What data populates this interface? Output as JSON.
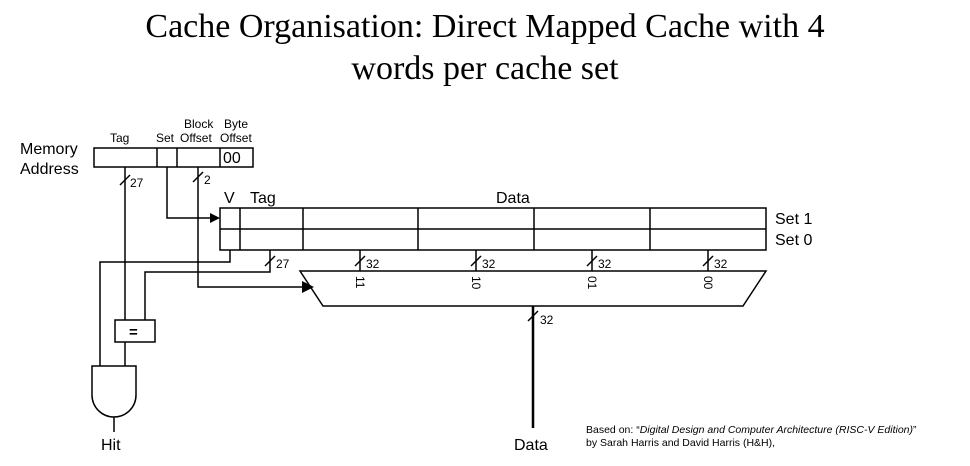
{
  "title": {
    "line1": "Cache Organisation: Direct Mapped Cache with 4",
    "line2": "words per cache set"
  },
  "address": {
    "label_line1": "Memory",
    "label_line2": "Address",
    "field_tag": "Tag",
    "field_set": "Set",
    "field_block_line1": "Block",
    "field_block_line2": "Offset",
    "field_byte_line1": "Byte",
    "field_byte_line2": "Offset",
    "byte_offset_value": "00",
    "tag_width": "27",
    "block_offset_width": "2"
  },
  "cache": {
    "valid_header": "V",
    "tag_header": "Tag",
    "data_header": "Data",
    "sets": [
      "Set 1",
      "Set 0"
    ],
    "tag_bus_width": "27",
    "word_bus_width": "32"
  },
  "mux": {
    "inputs": [
      "11",
      "10",
      "01",
      "00"
    ],
    "output_width": "32"
  },
  "comparator_symbol": "=",
  "outputs": {
    "hit": "Hit",
    "data": "Data"
  },
  "citation": {
    "prefix": "Based on: “",
    "book": "Digital Design and Computer Architecture (RISC-V Edition)",
    "suffix": "”",
    "line2": "by Sarah Harris and David Harris (H&H),"
  }
}
